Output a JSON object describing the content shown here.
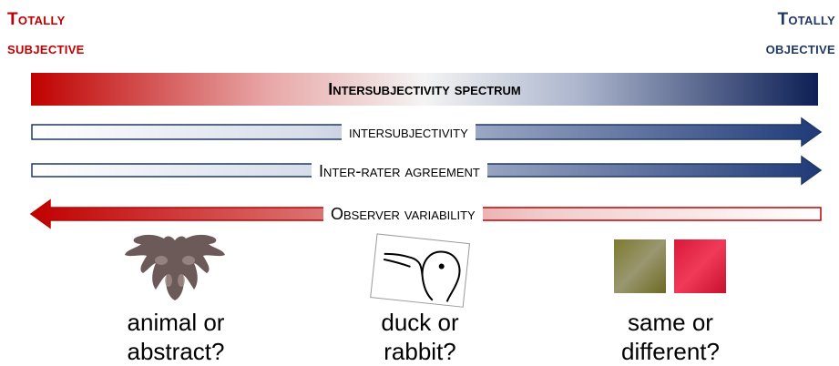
{
  "corners": {
    "left": [
      "Totally",
      "subjective"
    ],
    "right": [
      "Totally",
      "objective"
    ]
  },
  "spectrum": {
    "title": "Intersubjectivity spectrum",
    "colors": {
      "subjective": "#c00000",
      "objective": "#1f3864"
    }
  },
  "rows": [
    {
      "label": "intersubjectivity",
      "direction": "right"
    },
    {
      "label": "Inter-rater agreement",
      "direction": "right"
    },
    {
      "label": "Observer variability",
      "direction": "left"
    }
  ],
  "examples": [
    {
      "illustration": "rorschach-inkblot",
      "caption": [
        "animal or",
        "abstract?"
      ]
    },
    {
      "illustration": "duck-rabbit",
      "caption": [
        "duck or",
        "rabbit?"
      ]
    },
    {
      "illustration": "color-swatches",
      "caption": [
        "same or",
        "different?"
      ]
    }
  ]
}
